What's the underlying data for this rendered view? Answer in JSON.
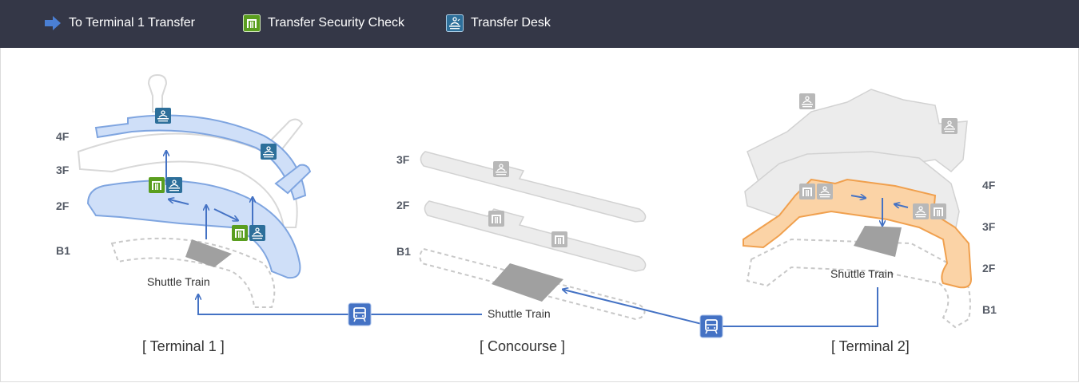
{
  "legend": {
    "items": [
      {
        "label": "To Terminal 1 Transfer",
        "icon": "arrow-right-icon",
        "color": "#4472c4"
      },
      {
        "label": "Transfer Security Check",
        "icon": "security-check-icon",
        "color": "#5a9e1f"
      },
      {
        "label": "Transfer Desk",
        "icon": "transfer-desk-icon",
        "color": "#2d6f9a"
      }
    ]
  },
  "terminal1": {
    "caption": "[ Terminal 1 ]",
    "floors": [
      "4F",
      "3F",
      "2F",
      "B1"
    ],
    "shuttle_label": "Shuttle Train",
    "highlight_color": "#cfdff8"
  },
  "concourse": {
    "caption": "[ Concourse ]",
    "floors": [
      "3F",
      "2F",
      "B1"
    ],
    "shuttle_label": "Shuttle Train"
  },
  "terminal2": {
    "caption": "[ Terminal 2]",
    "floors": [
      "4F",
      "3F",
      "2F",
      "B1"
    ],
    "shuttle_label": "Shuttle Train",
    "highlight_color": "#fbd3a6"
  },
  "route": {
    "color": "#4472c4",
    "train_icon": "train-icon"
  }
}
